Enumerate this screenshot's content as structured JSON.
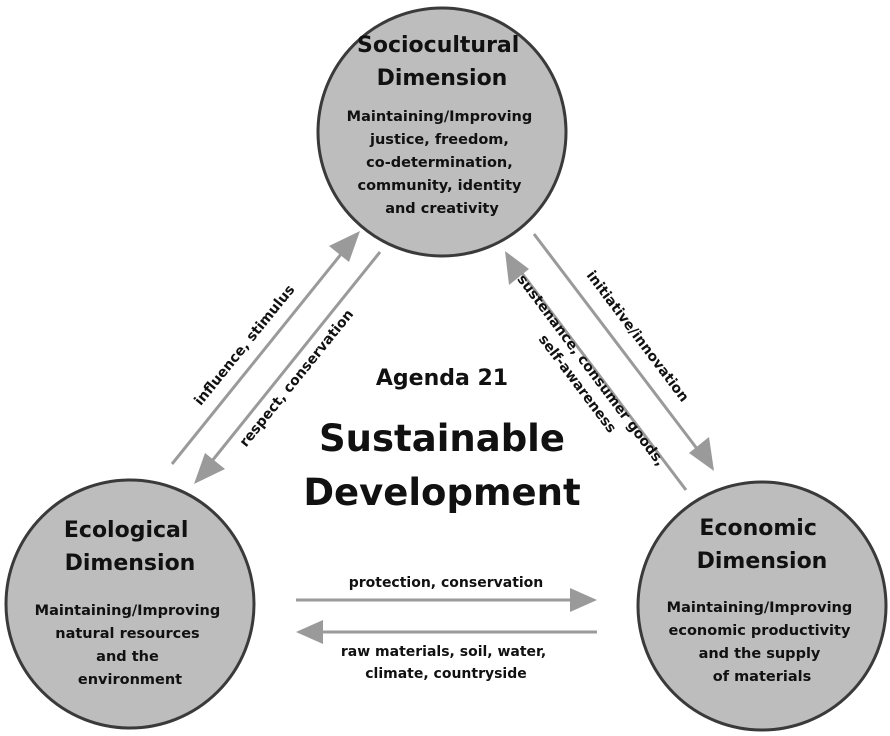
{
  "center": {
    "subtitle": "Agenda 21",
    "title_line1": "Sustainable",
    "title_line2": "Development"
  },
  "nodes": {
    "sociocultural": {
      "title": [
        "Sociocultural",
        "Dimension"
      ],
      "body": [
        "Maintaining/Improving",
        "justice, freedom,",
        "co-determination,",
        "community, identity",
        "and creativity"
      ]
    },
    "ecological": {
      "title": [
        "Ecological",
        "Dimension"
      ],
      "body": [
        "Maintaining/Improving",
        "natural resources",
        "and the",
        "environment"
      ]
    },
    "economic": {
      "title": [
        "Economic",
        "Dimension"
      ],
      "body": [
        "Maintaining/Improving",
        "economic productivity",
        "and the supply",
        "of materials"
      ]
    }
  },
  "edges": {
    "eco_to_soc": [
      "influence, stimulus"
    ],
    "soc_to_eco": [
      "respect, conservation"
    ],
    "soc_to_econ": [
      "initiative/innovation"
    ],
    "econ_to_soc": [
      "sustenance, consumer goods,",
      "self-awareness"
    ],
    "eco_to_econ": [
      "protection, conservation"
    ],
    "econ_to_eco": [
      "raw materials, soil, water,",
      "climate, countryside"
    ]
  },
  "colors": {
    "node_fill": "#bdbdbd",
    "node_stroke": "#3a3a3a",
    "arrow": "#9a9a9a",
    "text": "#111111"
  }
}
